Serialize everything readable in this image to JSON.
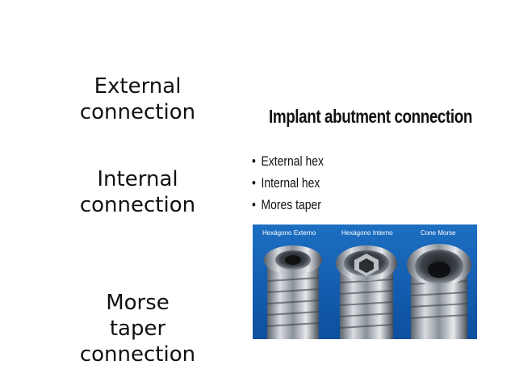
{
  "left_labels": {
    "external": [
      "External",
      "connection"
    ],
    "internal": [
      "Internal",
      "connection"
    ],
    "morse": [
      "Morse",
      "taper",
      "connection"
    ]
  },
  "right_panel": {
    "title": "Implant abutment connection",
    "bullets": [
      "External hex",
      "Internal hex",
      "Mores taper"
    ],
    "bullet_symbol": "•",
    "image_captions": [
      "Hexágono Externo",
      "Hexágono Interno",
      "Cone Morse"
    ]
  },
  "colors": {
    "photo_background": "#1560b3",
    "text": "#111111"
  }
}
